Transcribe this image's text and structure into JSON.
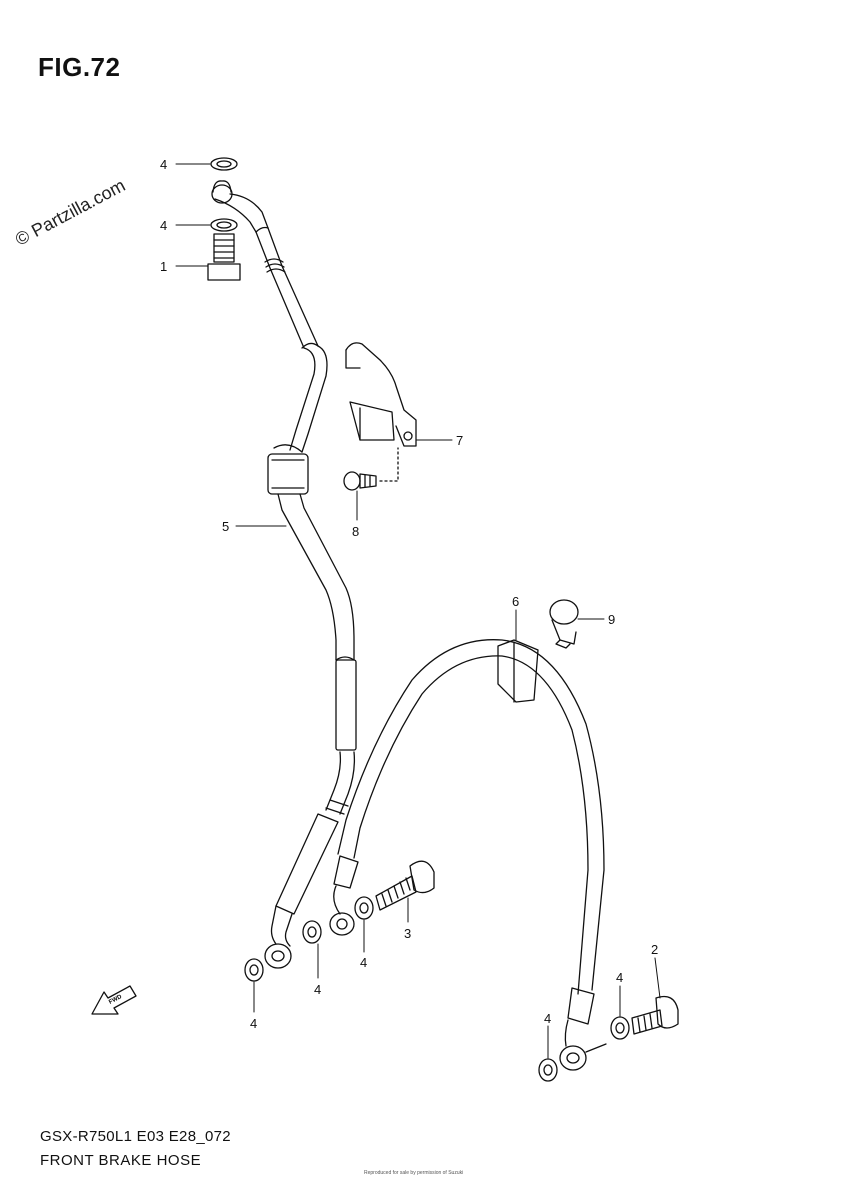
{
  "figure": {
    "title": "FIG.72",
    "watermark": "© Partzilla.com",
    "model": "GSX-R750L1 E03 E28_072",
    "description": "FRONT BRAKE HOSE",
    "fine_print": "Reproduced for sale by permission of Suzuki"
  },
  "fwd_label": "FWD",
  "callouts": [
    {
      "id": "c-4-top",
      "label": "4"
    },
    {
      "id": "c-4-top2",
      "label": "4"
    },
    {
      "id": "c-1",
      "label": "1"
    },
    {
      "id": "c-7",
      "label": "7"
    },
    {
      "id": "c-8",
      "label": "8"
    },
    {
      "id": "c-5",
      "label": "5"
    },
    {
      "id": "c-6",
      "label": "6"
    },
    {
      "id": "c-9",
      "label": "9"
    },
    {
      "id": "c-3",
      "label": "3"
    },
    {
      "id": "c-4-a",
      "label": "4"
    },
    {
      "id": "c-4-b",
      "label": "4"
    },
    {
      "id": "c-4-c",
      "label": "4"
    },
    {
      "id": "c-2",
      "label": "2"
    },
    {
      "id": "c-4-d",
      "label": "4"
    },
    {
      "id": "c-4-e",
      "label": "4"
    }
  ]
}
